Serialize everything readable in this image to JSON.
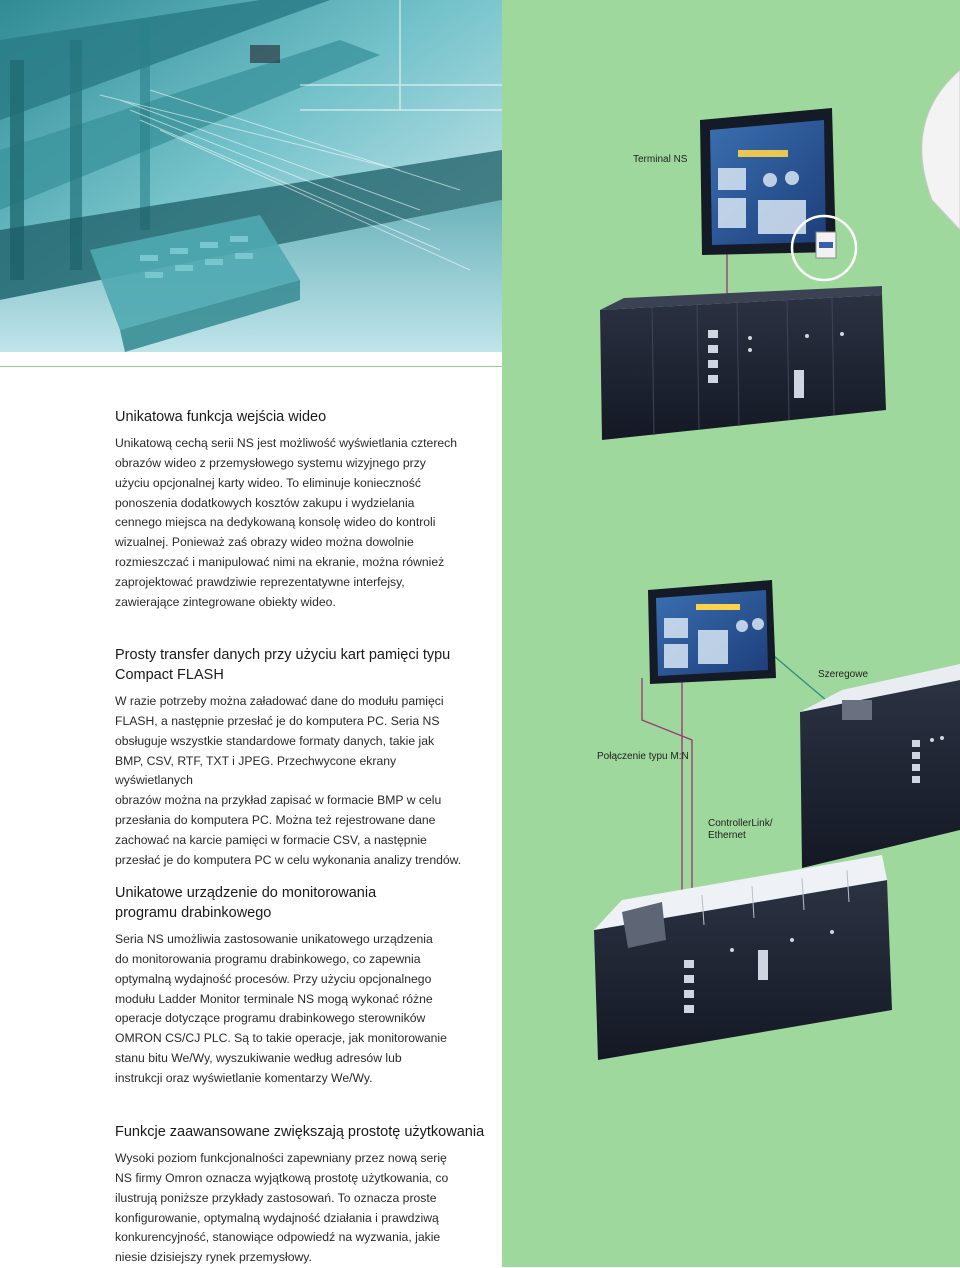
{
  "sections": [
    {
      "title": "Unikatowa funkcja wejścia wideo",
      "lines": [
        "Unikatową cechą serii NS jest możliwość wyświetlania czterech",
        "obrazów wideo z przemysłowego systemu wizyjnego przy",
        "użyciu opcjonalnej karty wideo. To eliminuje konieczność",
        "ponoszenia dodatkowych kosztów zakupu i wydzielania",
        "cennego miejsca na dedykowaną konsolę wideo do kontroli",
        "wizualnej. Ponieważ zaś obrazy wideo można dowolnie",
        "rozmieszczać i manipulować nimi na ekranie, można również",
        "zaprojektować prawdziwie reprezentatywne interfejsy,",
        "zawierające zintegrowane obiekty wideo."
      ]
    },
    {
      "title_lines": [
        "Prosty transfer danych przy użyciu kart pamięci typu",
        "Compact FLASH"
      ],
      "lines": [
        "W razie potrzeby można załadować dane do modułu pamięci",
        "FLASH, a następnie przesłać je do komputera PC. Seria NS",
        "obsługuje wszystkie standardowe formaty danych, takie jak",
        "BMP, CSV, RTF, TXT i JPEG. Przechwycone ekrany wyświetlanych",
        "obrazów można na przykład zapisać w formacie BMP w celu",
        "przesłania do komputera PC. Można też rejestrowane dane",
        "zachować na karcie pamięci w formacie CSV, a następnie",
        "przesłać je do komputera PC w celu wykonania analizy trendów."
      ]
    },
    {
      "title_lines": [
        "Unikatowe urządzenie do monitorowania",
        "programu drabinkowego"
      ],
      "lines": [
        "Seria NS umożliwia zastosowanie unikatowego urządzenia",
        "do monitorowania programu drabinkowego, co zapewnia",
        "optymalną wydajność procesów. Przy użyciu opcjonalnego",
        "modułu Ladder Monitor terminale NS mogą wykonać różne",
        "operacje dotyczące programu drabinkowego sterowników",
        "OMRON CS/CJ PLC. Są to takie operacje, jak monitorowanie",
        "stanu bitu We/Wy, wyszukiwanie według adresów lub",
        "instrukcji oraz wyświetlanie komentarzy We/Wy."
      ]
    },
    {
      "title": "Funkcje zaawansowane zwiększają prostotę użytkowania",
      "lines": [
        "Wysoki poziom funkcjonalności zapewniany przez nową serię",
        "NS firmy Omron oznacza wyjątkową prostotę użytkowania, co",
        "ilustrują poniższe przykłady zastosowań. To oznacza proste",
        "konfigurowanie, optymalną wydajność działania i prawdziwą",
        "konkurencyjność, stanowiące odpowiedź na wyzwania, jakie",
        "niesie dzisiejszy rynek przemysłowy."
      ]
    }
  ],
  "diagram": {
    "terminal_label": "Terminal NS",
    "serial_label": "Szeregowe",
    "mn_label": "Połączenie typu M:N",
    "network_label_lines": [
      "ControllerLink/",
      "Ethernet"
    ]
  },
  "colors": {
    "panel_green": "#9fd89c",
    "cable_magenta": "#9b3d78",
    "cable_teal": "#2f8f7f",
    "device_dark": "#1d2230"
  }
}
